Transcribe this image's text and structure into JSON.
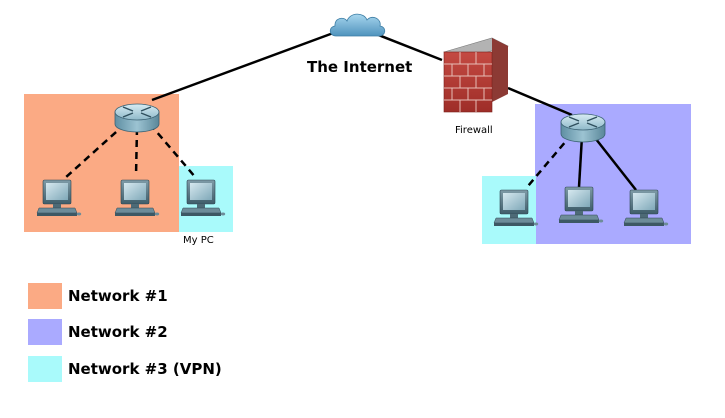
{
  "labels": {
    "internet": "The Internet",
    "firewall": "Firewall",
    "my_pc": "My PC"
  },
  "icons": {
    "cloud": "cloud-icon",
    "firewall": "firewall-icon",
    "router": "router-icon",
    "computer": "computer-icon"
  },
  "colors": {
    "network1": "#fbaa84",
    "network2": "#aaaaff",
    "network3": "#a9fafb"
  },
  "legend": [
    {
      "label": "Network #1",
      "color": "#fbaa84"
    },
    {
      "label": "Network #2",
      "color": "#aaaaff"
    },
    {
      "label": "Network #3 (VPN)",
      "color": "#a9fafb"
    }
  ]
}
